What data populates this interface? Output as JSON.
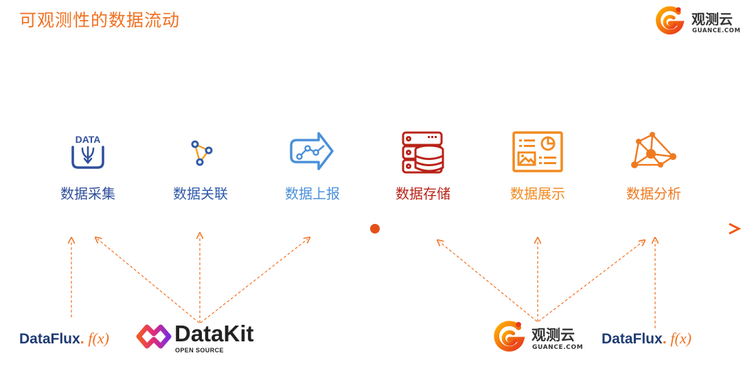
{
  "header": {
    "title": "可观测性的数据流动"
  },
  "brand": {
    "name_cn": "观测云",
    "domain": "GUANCE.COM"
  },
  "steps": [
    {
      "label": "数据采集",
      "icon": "data-collect-icon",
      "icon_text": "DATA",
      "color": "#2f4f9c"
    },
    {
      "label": "数据关联",
      "icon": "data-correlation-icon",
      "color": "#2f5aa8"
    },
    {
      "label": "数据上报",
      "icon": "data-report-icon",
      "color": "#4a90d9"
    },
    {
      "label": "数据存储",
      "icon": "database-icon",
      "color": "#b82318"
    },
    {
      "label": "数据展示",
      "icon": "dashboard-icon",
      "color": "#f28a1f"
    },
    {
      "label": "数据分析",
      "icon": "network-analysis-icon",
      "color": "#f07a20"
    }
  ],
  "sources": {
    "dataflux": {
      "name": "DataFlux",
      "func": "f(x)"
    },
    "datakit": {
      "name": "DataKit",
      "subtitle": "OPEN SOURCE"
    }
  },
  "colors": {
    "accent": "#f07020",
    "arrow": "#f26a1a",
    "title": "#f07020"
  }
}
